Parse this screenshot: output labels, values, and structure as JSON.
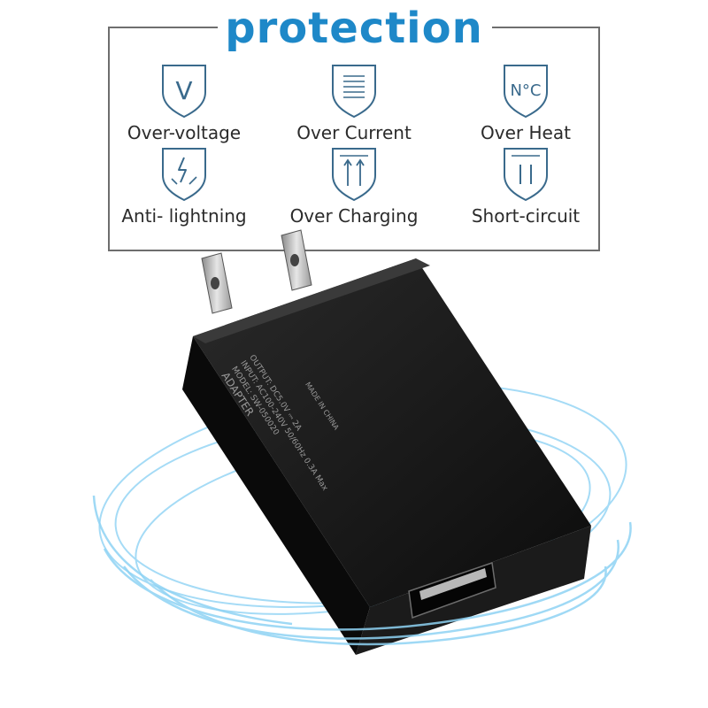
{
  "heading": "protection",
  "features": [
    {
      "icon": "shield-v-icon",
      "label": "Over-voltage"
    },
    {
      "icon": "shield-lines-icon",
      "label": "Over Current"
    },
    {
      "icon": "shield-celsius-icon",
      "label": "Over Heat"
    },
    {
      "icon": "shield-lightning-icon",
      "label": "Anti- lightning"
    },
    {
      "icon": "shield-arrows-icon",
      "label": "Over Charging"
    },
    {
      "icon": "shield-bars-icon",
      "label": "Short-circuit"
    }
  ],
  "icon_text": {
    "voltage": "V",
    "heat": "N°C"
  },
  "adapter_label": [
    "ADAPTER",
    "MODEL: SW-050020",
    "INPUT: AC100-240V  50/60Hz  0.3A  Max",
    "OUTPUT: DC5.0V ⎓ 2A",
    "MADE IN CHINA"
  ],
  "colors": {
    "heading": "#1e88c8",
    "frame": "#6e6e6e",
    "icon_stroke": "#3a6a8c",
    "adapter_body": "#141414",
    "swirl": "#8fd3f4"
  }
}
